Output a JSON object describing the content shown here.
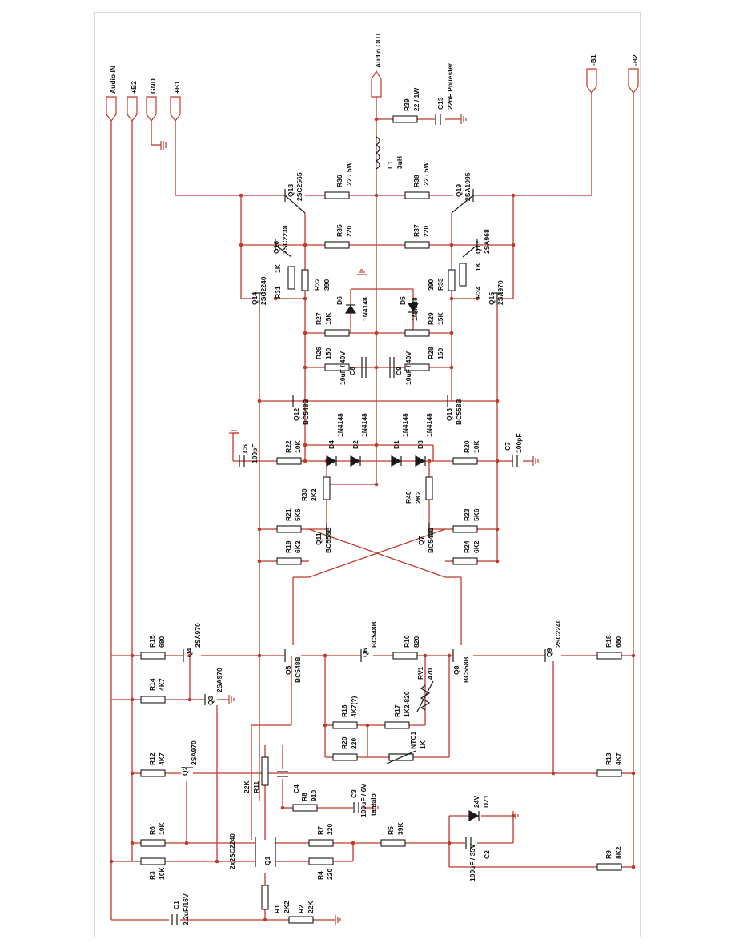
{
  "colors": {
    "wire": "#c0392b",
    "body": "#1a1a1a",
    "text": "#111111",
    "dot": "#c0392b"
  },
  "terminals": [
    "Audio IN",
    "+B2",
    "GND",
    "+B1",
    "Audio OUT",
    "-B1",
    "-B2"
  ],
  "labels": {
    "r39": "R39",
    "r39v": "22 / 1W",
    "c13": "C13",
    "c13v": "22nF Poliester",
    "l1": "L1",
    "l1v": "3uH",
    "r36": "R36",
    "r36v": ".22 / 5W",
    "r38": "R38",
    "r38v": ".22 / 5W",
    "r35": "R35",
    "r35v": "220",
    "r37": "R37",
    "r37v": "220",
    "q18": "Q18",
    "q18v": "2SC2565",
    "q19": "Q19",
    "q19v": "2SA1095",
    "q16": "Q16",
    "q16v": "2SC2238",
    "q17": "Q17",
    "q17v": "2SA968",
    "q14": "Q14",
    "q14v": "2SC2240",
    "q15": "Q15",
    "q15v": "2SA970",
    "r31": "R31",
    "r31v": "1K",
    "r34": "R34",
    "r34v": "1K",
    "r32": "R32",
    "r32v": "390",
    "r33": "R33",
    "r33v": "390",
    "d6": "D6",
    "d6v": "1N4148",
    "d5": "D5",
    "d5v": "1N4148",
    "r27": "R27",
    "r27v": "15K",
    "r29": "R29",
    "r29v": "15K",
    "r26": "R26",
    "r26v": "150",
    "r28": "R28",
    "r28v": "150",
    "c8": "C8",
    "c8v": "10uF / 40V",
    "c9": "C9",
    "c9v": "10uF / 40V",
    "q12": "Q12",
    "q12v": "BC548B",
    "q13": "Q13",
    "q13v": "BC558B",
    "d4": "D4",
    "d2": "D2",
    "d1": "D1",
    "d3": "D3",
    "dv": "1N4148",
    "c6": "C6",
    "c6v": "100pF",
    "c7": "C7",
    "c7v": "100pF",
    "r22": "R22",
    "r22v": "10K",
    "r20a": "R20",
    "r20av": "10K",
    "r30": "R30",
    "r30v": "2K2",
    "r40": "R40",
    "r40v": "2K2",
    "r21": "R21",
    "r21v": "5K6",
    "r23": "R23",
    "r23v": "5K6",
    "q11": "Q11",
    "q11v": "BC558B",
    "q7": "Q7",
    "q7v": "BC548B",
    "r19": "R19",
    "r19v": "6K2",
    "r24": "R24",
    "r24v": "6K2",
    "r15": "R15",
    "r15v": "680",
    "r18": "R18",
    "r18v": "680",
    "q4": "Q4",
    "q4v": "2SA970",
    "q3": "Q3",
    "q3v": "2SA970",
    "q5": "Q5",
    "q5v": "BC548B",
    "q6": "Q6",
    "q6v": "BC548B",
    "q8": "Q8",
    "q8v": "BC558B",
    "q9": "Q9",
    "q9v": "2SC2240",
    "r10": "R10",
    "r10v": "820",
    "rv1": "RV1",
    "rv1v": "470",
    "r14": "R14",
    "r14v": "4K7",
    "r16": "R16",
    "r16v": "4K7(?)",
    "r17": "R17",
    "r17v": "1K2-820",
    "r12": "R12",
    "r12v": "4K7",
    "q2": "Q2",
    "q2v": "2SA970",
    "r20b": "R20",
    "r20bv": "220",
    "ntc1": "NTC1",
    "ntc1v": "1K",
    "r13": "R13",
    "r13v": "4K7",
    "r11": "R11",
    "r11v": "22K",
    "c4": "C4",
    "r8": "R8",
    "r8v": "910",
    "c3": "C3",
    "c3v": "100uF / 6V",
    "c3n": "tantalo",
    "r6": "R6",
    "r6v": "10K",
    "r3": "R3",
    "r3v": "10K",
    "q1": "Q1",
    "q1v": "2x2SC2240",
    "r7": "R7",
    "r7v": "220",
    "r4": "R4",
    "r4v": "220",
    "r5": "R5",
    "r5v": "39K",
    "dz1": "DZ1",
    "dz1v": "24V",
    "c2": "C2",
    "c2v": "100uF / 35V",
    "r9": "R9",
    "r9v": "8K2",
    "c1": "C1",
    "c1v": "2.2uF/16V",
    "r1": "R1",
    "r1v": "2K2",
    "r2": "R2",
    "r2v": "22K"
  }
}
